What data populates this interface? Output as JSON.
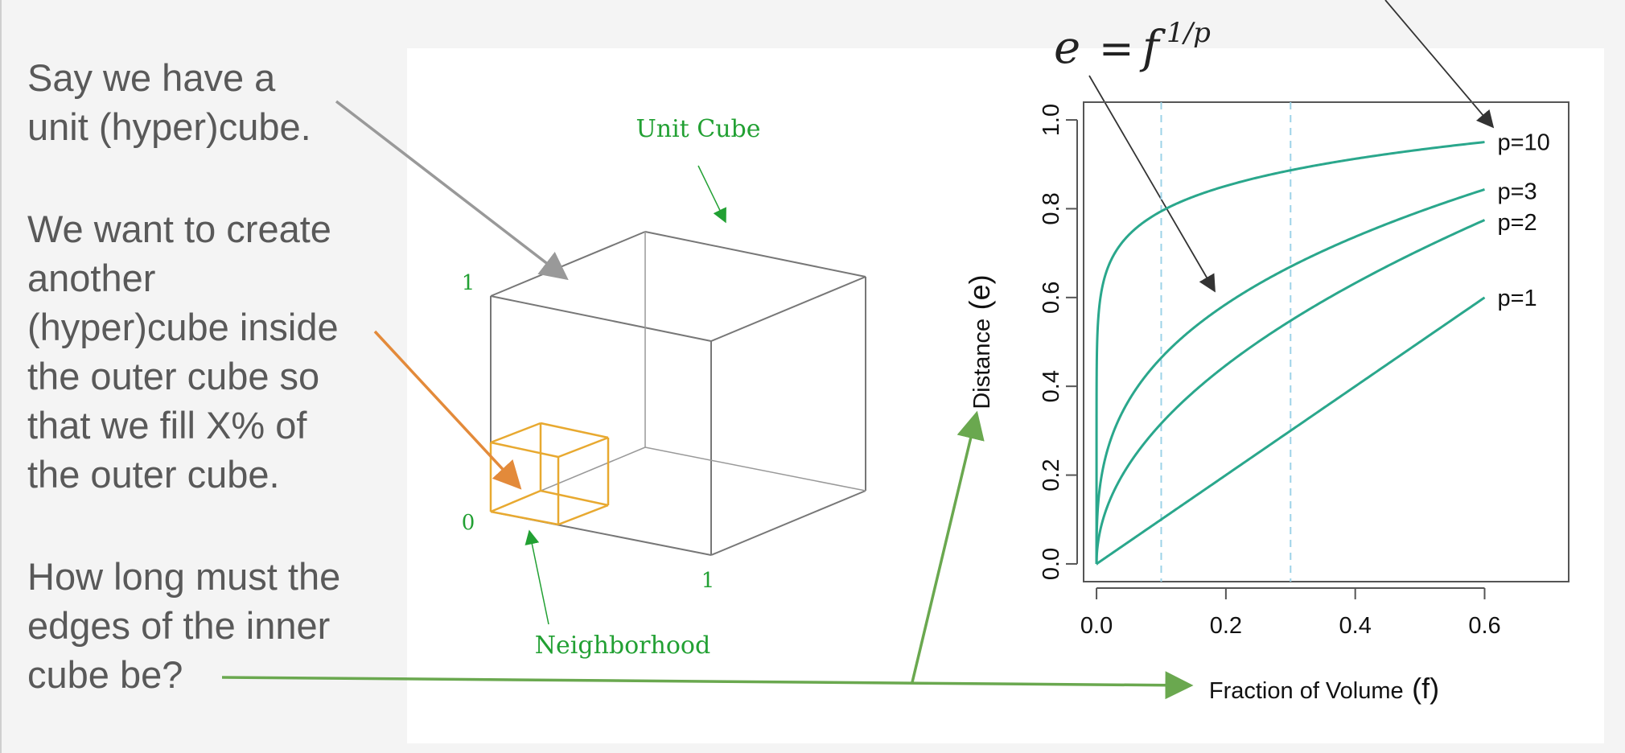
{
  "text_blocks": {
    "block1": [
      "Say we have a",
      "unit (hyper)cube."
    ],
    "block2": [
      "We want to create",
      "another",
      "(hyper)cube inside",
      "the outer cube so",
      "that we fill X% of",
      "the outer cube."
    ],
    "block3": [
      "How long must the",
      "edges of the inner",
      "cube be?"
    ]
  },
  "cube_diagram": {
    "title": "Unit Cube",
    "neighborhood_label": "Neighborhood",
    "label_top": "1",
    "label_origin": "0",
    "label_bottom": "1",
    "cube_color": "#777777",
    "label_color": "#22a033",
    "neighborhood_color": "#e8a930"
  },
  "formula": {
    "lhs": "e",
    "equals": "=",
    "base": "f",
    "exponent": "1/p"
  },
  "arrow_colors": {
    "gray": "#999999",
    "orange": "#e38a3a",
    "green": "#6aa84f",
    "dark": "#333333"
  },
  "chart_data": {
    "type": "line",
    "function": "e = f^(1/p)",
    "xlabel": "Fraction of Volume",
    "xlabel_suffix": "(f)",
    "ylabel": "Distance",
    "ylabel_suffix": "(e)",
    "xlim": [
      -0.02,
      0.73
    ],
    "ylim": [
      -0.04,
      1.04
    ],
    "xticks": [
      0.0,
      0.2,
      0.4,
      0.6
    ],
    "yticks": [
      0.0,
      0.2,
      0.4,
      0.6,
      0.8,
      1.0
    ],
    "xtick_labels": [
      "0.0",
      "0.2",
      "0.4",
      "0.6"
    ],
    "ytick_labels": [
      "0.0",
      "0.2",
      "0.4",
      "0.6",
      "0.8",
      "1.0"
    ],
    "reference_lines_x": [
      0.1,
      0.3
    ],
    "x_range": [
      0.0,
      0.6
    ],
    "series": [
      {
        "name": "p=10",
        "p": 10,
        "end_value": 0.95
      },
      {
        "name": "p=3",
        "p": 3,
        "end_value": 0.84
      },
      {
        "name": "p=2",
        "p": 2,
        "end_value": 0.77
      },
      {
        "name": "p=1",
        "p": 1,
        "end_value": 0.6
      }
    ],
    "line_color": "#2aa78c",
    "reference_line_color": "#9dd3e8",
    "grid": false
  }
}
